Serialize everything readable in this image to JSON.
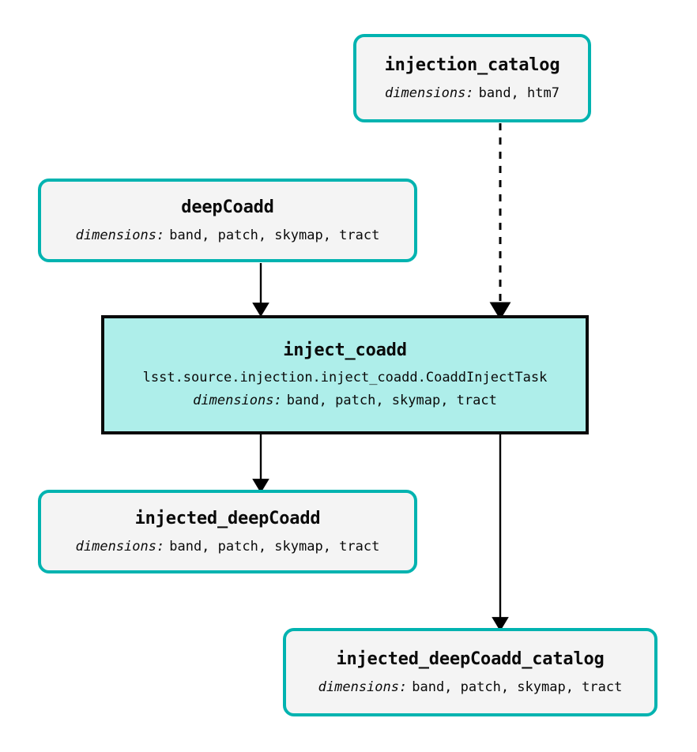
{
  "diagram": {
    "kind": "pipeline-task-graph",
    "background_color": "#ffffff",
    "dataset_border_color": "#00b3b0",
    "dataset_fill_color": "#f4f4f4",
    "task_border_color": "#0a0a0a",
    "task_fill_color": "#aeeeea",
    "edge_color": "#000000",
    "dimensions_label": "dimensions:"
  },
  "nodes": {
    "injection_catalog": {
      "title": "injection_catalog",
      "dims_key": "dimensions:",
      "dims_value": "band, htm7",
      "type": "dataset"
    },
    "deepcoadd": {
      "title": "deepCoadd",
      "dims_key": "dimensions:",
      "dims_value": "band, patch, skymap, tract",
      "type": "dataset"
    },
    "inject_coadd": {
      "title": "inject_coadd",
      "class_path": "lsst.source.injection.inject_coadd.CoaddInjectTask",
      "dims_key": "dimensions:",
      "dims_value": "band, patch, skymap, tract",
      "type": "task"
    },
    "injected_deepcoadd": {
      "title": "injected_deepCoadd",
      "dims_key": "dimensions:",
      "dims_value": "band, patch, skymap, tract",
      "type": "dataset"
    },
    "injected_deepcoadd_catalog": {
      "title": "injected_deepCoadd_catalog",
      "dims_key": "dimensions:",
      "dims_value": "band, patch, skymap, tract",
      "type": "dataset"
    }
  },
  "edges": [
    {
      "from": "injection_catalog",
      "to": "inject_coadd",
      "style": "dashed"
    },
    {
      "from": "deepcoadd",
      "to": "inject_coadd",
      "style": "solid"
    },
    {
      "from": "inject_coadd",
      "to": "injected_deepcoadd",
      "style": "solid"
    },
    {
      "from": "inject_coadd",
      "to": "injected_deepcoadd_catalog",
      "style": "solid"
    }
  ]
}
